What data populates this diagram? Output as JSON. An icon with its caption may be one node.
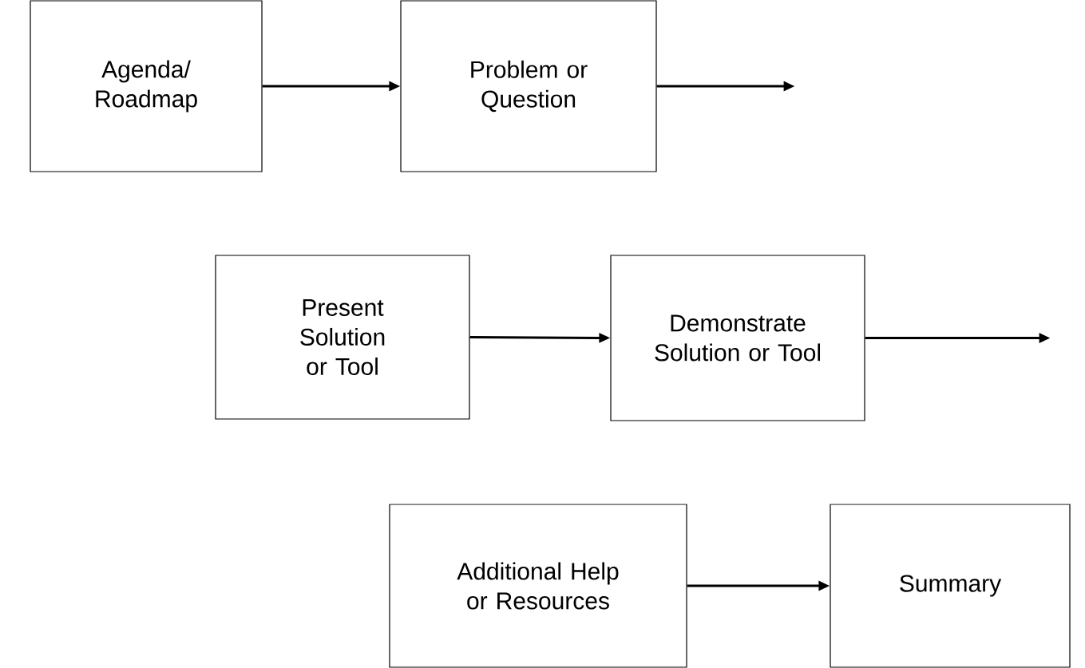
{
  "diagram": {
    "nodes": [
      {
        "text": [
          "Agenda/ Roadmap"
        ]
      },
      {
        "text": [
          "Problem or Question"
        ]
      },
      {
        "text": [
          "Present Solution or Tool"
        ]
      },
      {
        "text": [
          "Demonstrate Solution or Tool"
        ]
      },
      {
        "text": [
          "Additional Help or Resources"
        ]
      },
      {
        "text": [
          "Summary"
        ]
      }
    ],
    "edges": [
      {
        "from": 0,
        "to": 1,
        "arrow": "to"
      },
      {
        "from": 1,
        "to": null,
        "arrow": "to"
      },
      {
        "from": 2,
        "to": 3,
        "arrow": "to"
      },
      {
        "from": 3,
        "to": null,
        "arrow": "to"
      },
      {
        "from": 4,
        "to": 5,
        "arrow": "to"
      }
    ]
  }
}
